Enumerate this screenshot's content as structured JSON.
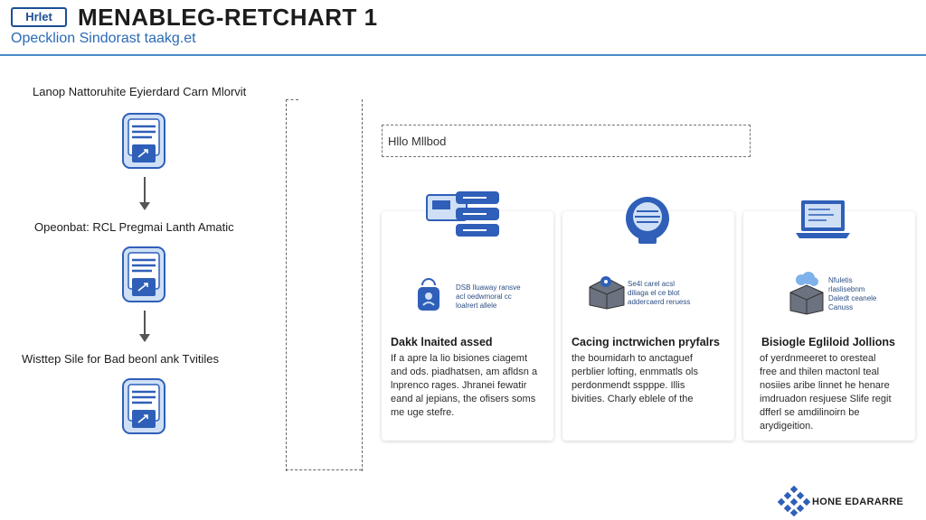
{
  "header": {
    "badge": "Hrlet",
    "title": "MENABLEG-RETCHART 1",
    "subtitle": "Opecklion Sindorast taakg.et"
  },
  "flow": {
    "steps": [
      {
        "label": "Lanop Nattoruhite Eyierdard Carn Mlorvit",
        "icon": "document-icon"
      },
      {
        "label": "Opeonbat: RCL Pregmai Lanth Amatic",
        "icon": "document-icon"
      },
      {
        "label": "Wisttep Sile for Bad beonl ank Tvitiles",
        "icon": "document-icon"
      }
    ]
  },
  "label_box": {
    "text": "Hllo Mllbod"
  },
  "cards": [
    {
      "icon": "server-icon",
      "small_icon": "user-lock-icon",
      "small_text": [
        "DSB lluaway ransve",
        "acl oedwmoral cc",
        "loalrert allele"
      ],
      "title": "Dakk lnaited assed",
      "body": [
        "If a apre la lio bisiones ciagemt",
        "and ods. piadhatsen, am afldsn a",
        "lnprenco rages. Jhranei fewatir",
        "eand al jepians, the ofisers soms",
        "me uge stefre."
      ]
    },
    {
      "icon": "globe-icon",
      "small_icon": "gear-box-icon",
      "small_text": [
        "Se4l carel acsl",
        "diliaga el ce blot",
        "addercaerd reruess"
      ],
      "title": "Cacing inctrwichen pryfalrs",
      "body": [
        "the boumidarh to anctaguef",
        "perblier lofting, enmmatls ols",
        "perdonmendt sspppe. Illis",
        "bivities. Charly eblele of the"
      ]
    },
    {
      "icon": "laptop-icon",
      "small_icon": "cloud-box-icon",
      "small_text": [
        "Nfuletis",
        "rlaslisebnm",
        "Daledt ceanele",
        "Canuss"
      ],
      "title": "Bisiogle Egliloid Jollions",
      "body": [
        "of yerdnmeeret to oresteal",
        "free and thilen mactonl teal",
        "nosiies aribe linnet he henare",
        "imdruadon resjuese Slife regit",
        "dfferl se amdilinoirn be",
        "arydigeition."
      ]
    }
  ],
  "logo": {
    "text": "HONE EDARARRE"
  },
  "colors": {
    "accent": "#2a6bb6",
    "icon_blue": "#2f5fb8",
    "icon_light": "#cfe0f6"
  }
}
